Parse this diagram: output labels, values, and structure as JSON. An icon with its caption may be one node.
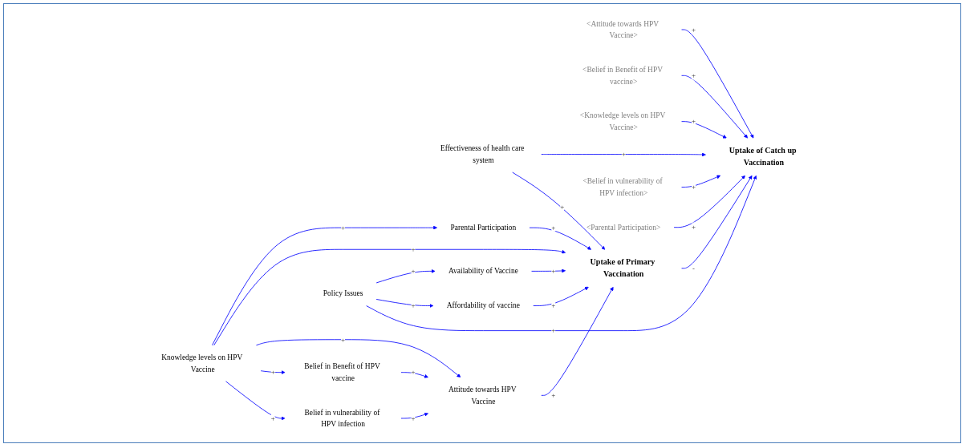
{
  "diagram": {
    "nodes": [
      {
        "text": [
          "Effectiveness of health care system"
        ]
      },
      {
        "text": [
          "<Attitude towards HPV Vaccine>"
        ]
      },
      {
        "text": [
          "<Belief in Benefit of HPV vaccine>"
        ]
      },
      {
        "text": [
          "Belief in vulnerability of HPV infection"
        ]
      },
      {
        "text": [
          "Attitude towards HPV Vaccine"
        ]
      },
      {
        "text": [
          "<Knowledge levels on HPV Vaccine>"
        ]
      },
      {
        "text": [
          "Uptake of Catch up Vaccination"
        ]
      },
      {
        "text": [
          "Belief in Benefit of HPV vaccine"
        ]
      },
      {
        "text": [
          "Uptake of Primary Vaccination"
        ]
      },
      {
        "text": [
          "<Belief in vulnerability of HPV infection>"
        ]
      },
      {
        "text": [
          "Affordability of vaccine"
        ]
      },
      {
        "text": [
          "Knowledge levels on HPV Vaccine"
        ]
      },
      {
        "text": [
          "<Parental Participation>"
        ]
      },
      {
        "text": [
          "Parental Participation"
        ]
      },
      {
        "text": [
          "Availability of Vaccine"
        ]
      },
      {
        "text": [
          "Policy Issues"
        ]
      }
    ],
    "edges": [
      {
        "from": 11,
        "to": 3,
        "arrow": "to",
        "label": "+"
      },
      {
        "from": 11,
        "to": 7,
        "arrow": "to",
        "label": "+"
      },
      {
        "from": 11,
        "to": 4,
        "arrow": "to",
        "label": "+"
      },
      {
        "from": 11,
        "to": 8,
        "arrow": "to",
        "label": "+"
      },
      {
        "from": 11,
        "to": 13,
        "arrow": "to",
        "label": "+"
      },
      {
        "from": 3,
        "to": 4,
        "arrow": "to",
        "label": "+"
      },
      {
        "from": 7,
        "to": 4,
        "arrow": "to",
        "label": "+"
      },
      {
        "from": 4,
        "to": 8,
        "arrow": "to",
        "label": "+"
      },
      {
        "from": 0,
        "to": 8,
        "arrow": "to",
        "label": "+"
      },
      {
        "from": 13,
        "to": 8,
        "arrow": "to",
        "label": "+"
      },
      {
        "from": 14,
        "to": 8,
        "arrow": "to",
        "label": "+"
      },
      {
        "from": 10,
        "to": 8,
        "arrow": "to",
        "label": "+"
      },
      {
        "from": 8,
        "to": 6,
        "arrow": "to",
        "label": "-"
      },
      {
        "from": 0,
        "to": 6,
        "arrow": "to",
        "label": "+"
      },
      {
        "from": 1,
        "to": 6,
        "arrow": "to",
        "label": "+"
      },
      {
        "from": 2,
        "to": 6,
        "arrow": "to",
        "label": "+"
      },
      {
        "from": 5,
        "to": 6,
        "arrow": "to",
        "label": "+"
      },
      {
        "from": 9,
        "to": 6,
        "arrow": "to",
        "label": "+"
      },
      {
        "from": 12,
        "to": 6,
        "arrow": "to",
        "label": "+"
      },
      {
        "from": 15,
        "to": 6,
        "arrow": "to",
        "label": "+"
      },
      {
        "from": 15,
        "to": 10,
        "arrow": "to",
        "label": "+"
      },
      {
        "from": 15,
        "to": 14,
        "arrow": "to",
        "label": "+"
      }
    ]
  }
}
